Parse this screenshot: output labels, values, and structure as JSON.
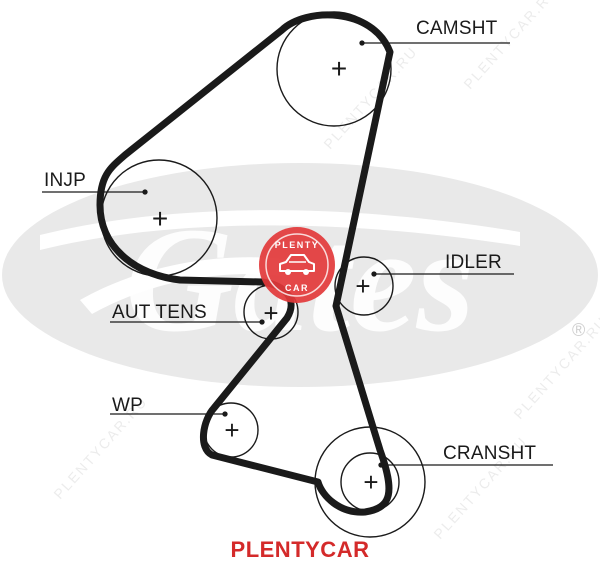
{
  "diagram": {
    "labels": {
      "camshaft": "CAMSHT",
      "injection_pump": "INJP",
      "idler": "IDLER",
      "auto_tensioner": "AUT TENS",
      "water_pump": "WP",
      "crankshaft": "CRANSHT"
    },
    "pulley_symbol": "+"
  },
  "watermark": {
    "logo_text": "Gates",
    "registered_mark": "®",
    "stamp_top": "PLENTY",
    "stamp_bottom": "CAR",
    "repeat_text": "PLENTYCAR.RU"
  },
  "footer": {
    "brand": "PLENTYCAR"
  },
  "colors": {
    "belt": "#1a1a1a",
    "watermark": "#e6e6e6",
    "stamp": "#e2383a",
    "brand": "#d42a2a"
  }
}
